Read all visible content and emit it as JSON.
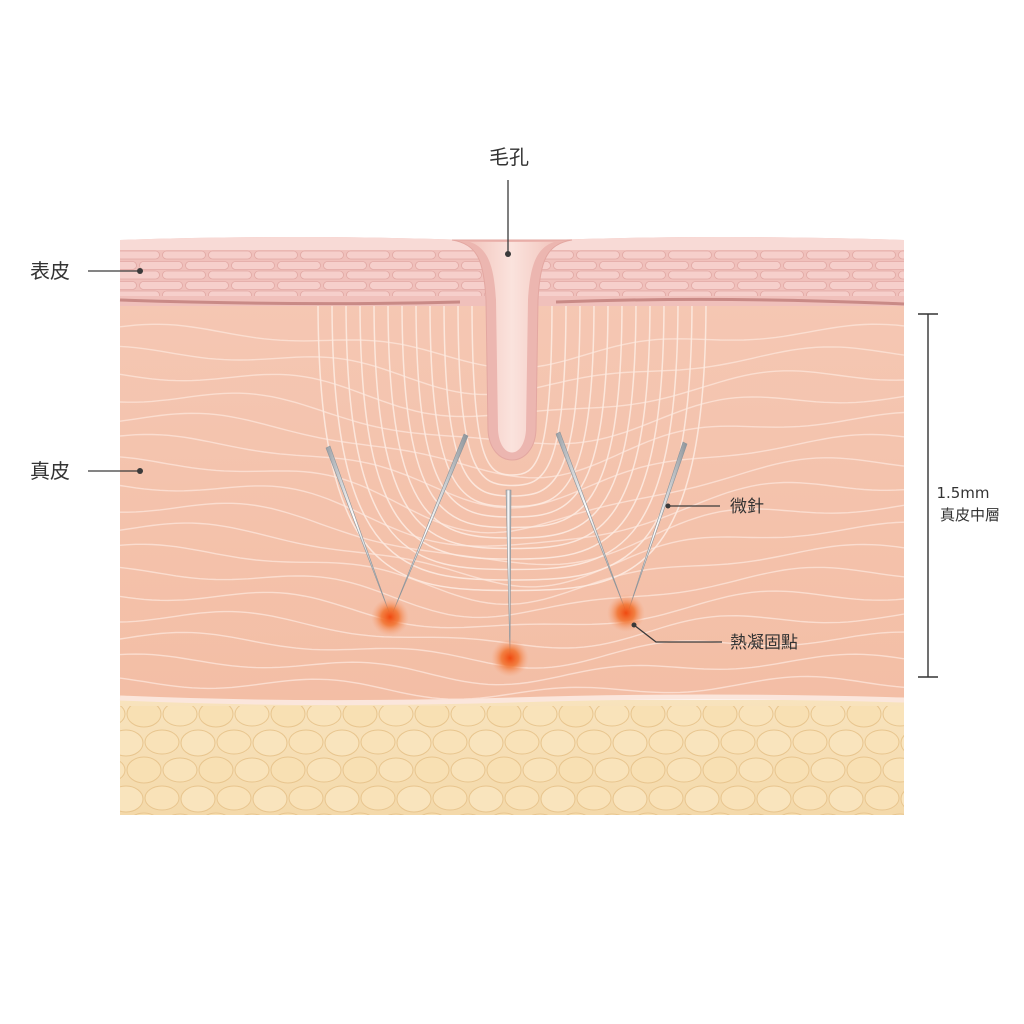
{
  "labels": {
    "pore": "毛孔",
    "epidermis": "表皮",
    "dermis": "真皮",
    "microneedle": "微針",
    "coagulation": "熱凝固點",
    "depth_value": "1.5mm",
    "depth_desc": "真皮中層"
  },
  "colors": {
    "epidermis": "#f2c2bd",
    "dermis": "#f4c1a7",
    "subcutaneous_fat": "#f6ddb1",
    "coagulation_point": "#f0581e",
    "needle": "#d9dcdf"
  }
}
